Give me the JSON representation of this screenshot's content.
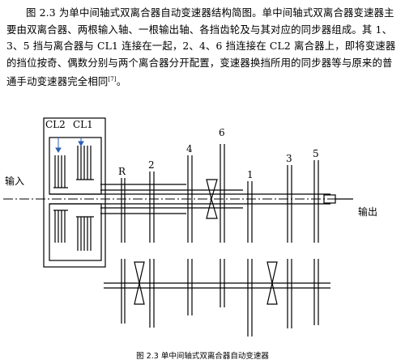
{
  "paragraph": {
    "text_before_ref": "图 2.3 为单中间轴式双离合器自动变速器结构简图。单中间轴式双离合器变速器主要由双离合器、两根输入轴、一根输出轴、各挡齿轮及与其对应的同步器组成。其 1、3、5 挡与离合器与 CL1 连接在一起，2、4、6 挡连接在 CL2 离合器上，即将变速器的挡位按奇、偶数分别与两个离合器分开配置，变速器换挡所用的同步器等与原来的普通手动变速器完全相同",
    "ref": "[7]",
    "text_after_ref": "。"
  },
  "diagram": {
    "labels": {
      "cl2": "CL2",
      "cl1": "CL1",
      "input": "输入",
      "output": "输出",
      "gear_r": "R",
      "gear_1": "1",
      "gear_2": "2",
      "gear_3": "3",
      "gear_4": "4",
      "gear_5": "5",
      "gear_6": "6"
    },
    "line_color": "#000000",
    "accent_color": "#2b5fb4"
  },
  "caption": "图 2.3 单中间轴式双离合器自动变速器"
}
